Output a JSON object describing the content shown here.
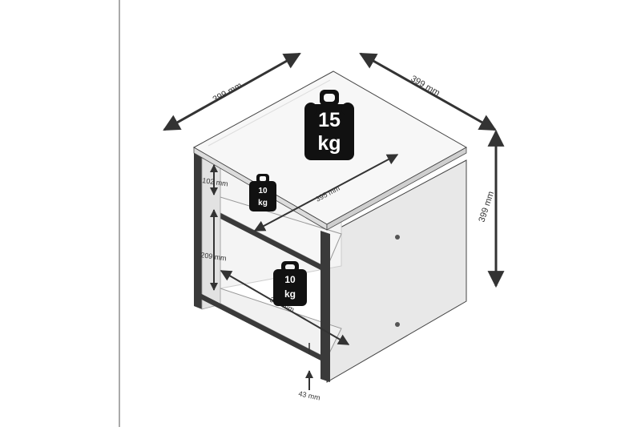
{
  "dimensions": {
    "top_width": "399 mm",
    "top_depth": "399 mm",
    "height": "399 mm",
    "inner_depth_upper": "395 mm",
    "inner_depth_lower": "387 mm",
    "upper_opening": "102 mm",
    "lower_opening": "209 mm",
    "foot_clearance": "43 mm"
  },
  "weights": {
    "top": {
      "value": "15",
      "unit": "kg"
    },
    "upper_shelf": {
      "value": "10",
      "unit": "kg"
    },
    "lower_shelf": {
      "value": "10",
      "unit": "kg"
    }
  },
  "colors": {
    "line": "#333333",
    "panel_side": "#e7e7e7",
    "panel_inner": "#f3f3f3",
    "edge": "#3a3a3a",
    "weight": "#111111"
  }
}
